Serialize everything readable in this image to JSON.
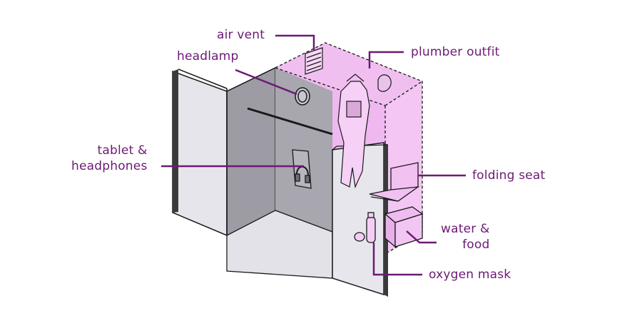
{
  "labels": {
    "air_vent": "air vent",
    "headlamp": "headlamp",
    "plumber_outfit": "plumber outfit",
    "tablet_line1": "tablet &",
    "tablet_line2": "headphones",
    "folding_seat": "folding seat",
    "water_line1": "water &",
    "water_line2": "food",
    "oxygen_mask": "oxygen mask"
  },
  "colors": {
    "accent": "#6b1a73",
    "interior_pink": "#f3c6f3",
    "panel_gray": "#e6e4ec",
    "interior_gray": "#9c9aa2",
    "outline": "#1a1a1a"
  },
  "icons": [
    "air-vent-icon",
    "headlamp-icon",
    "plumber-outfit-icon",
    "tablet-headphones-icon",
    "folding-seat-icon",
    "water-food-icon",
    "oxygen-mask-icon"
  ]
}
